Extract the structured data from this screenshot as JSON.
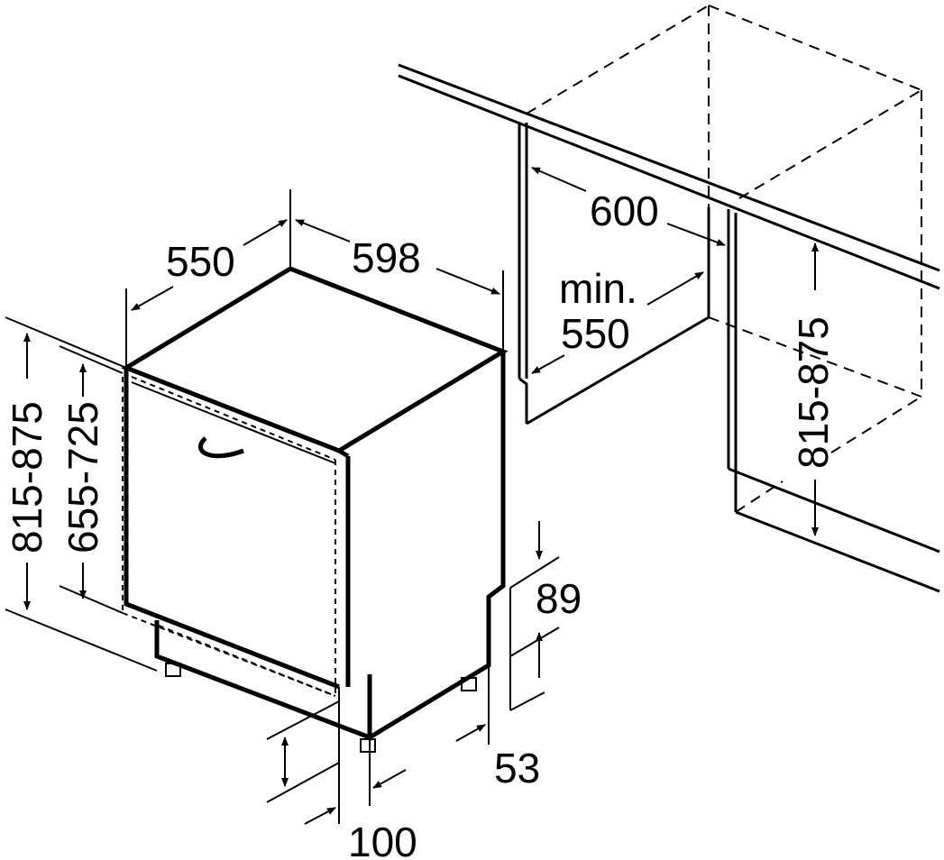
{
  "dimensions": {
    "depth_appliance": "550",
    "width_appliance": "598",
    "niche_width": "600",
    "niche_depth_line1": "min.",
    "niche_depth_line2": "550",
    "niche_height": "815-875",
    "appliance_height": "815-875",
    "door_height": "655-725",
    "plinth_height": "89",
    "plinth_gap": "53",
    "foot_offset": "100"
  }
}
